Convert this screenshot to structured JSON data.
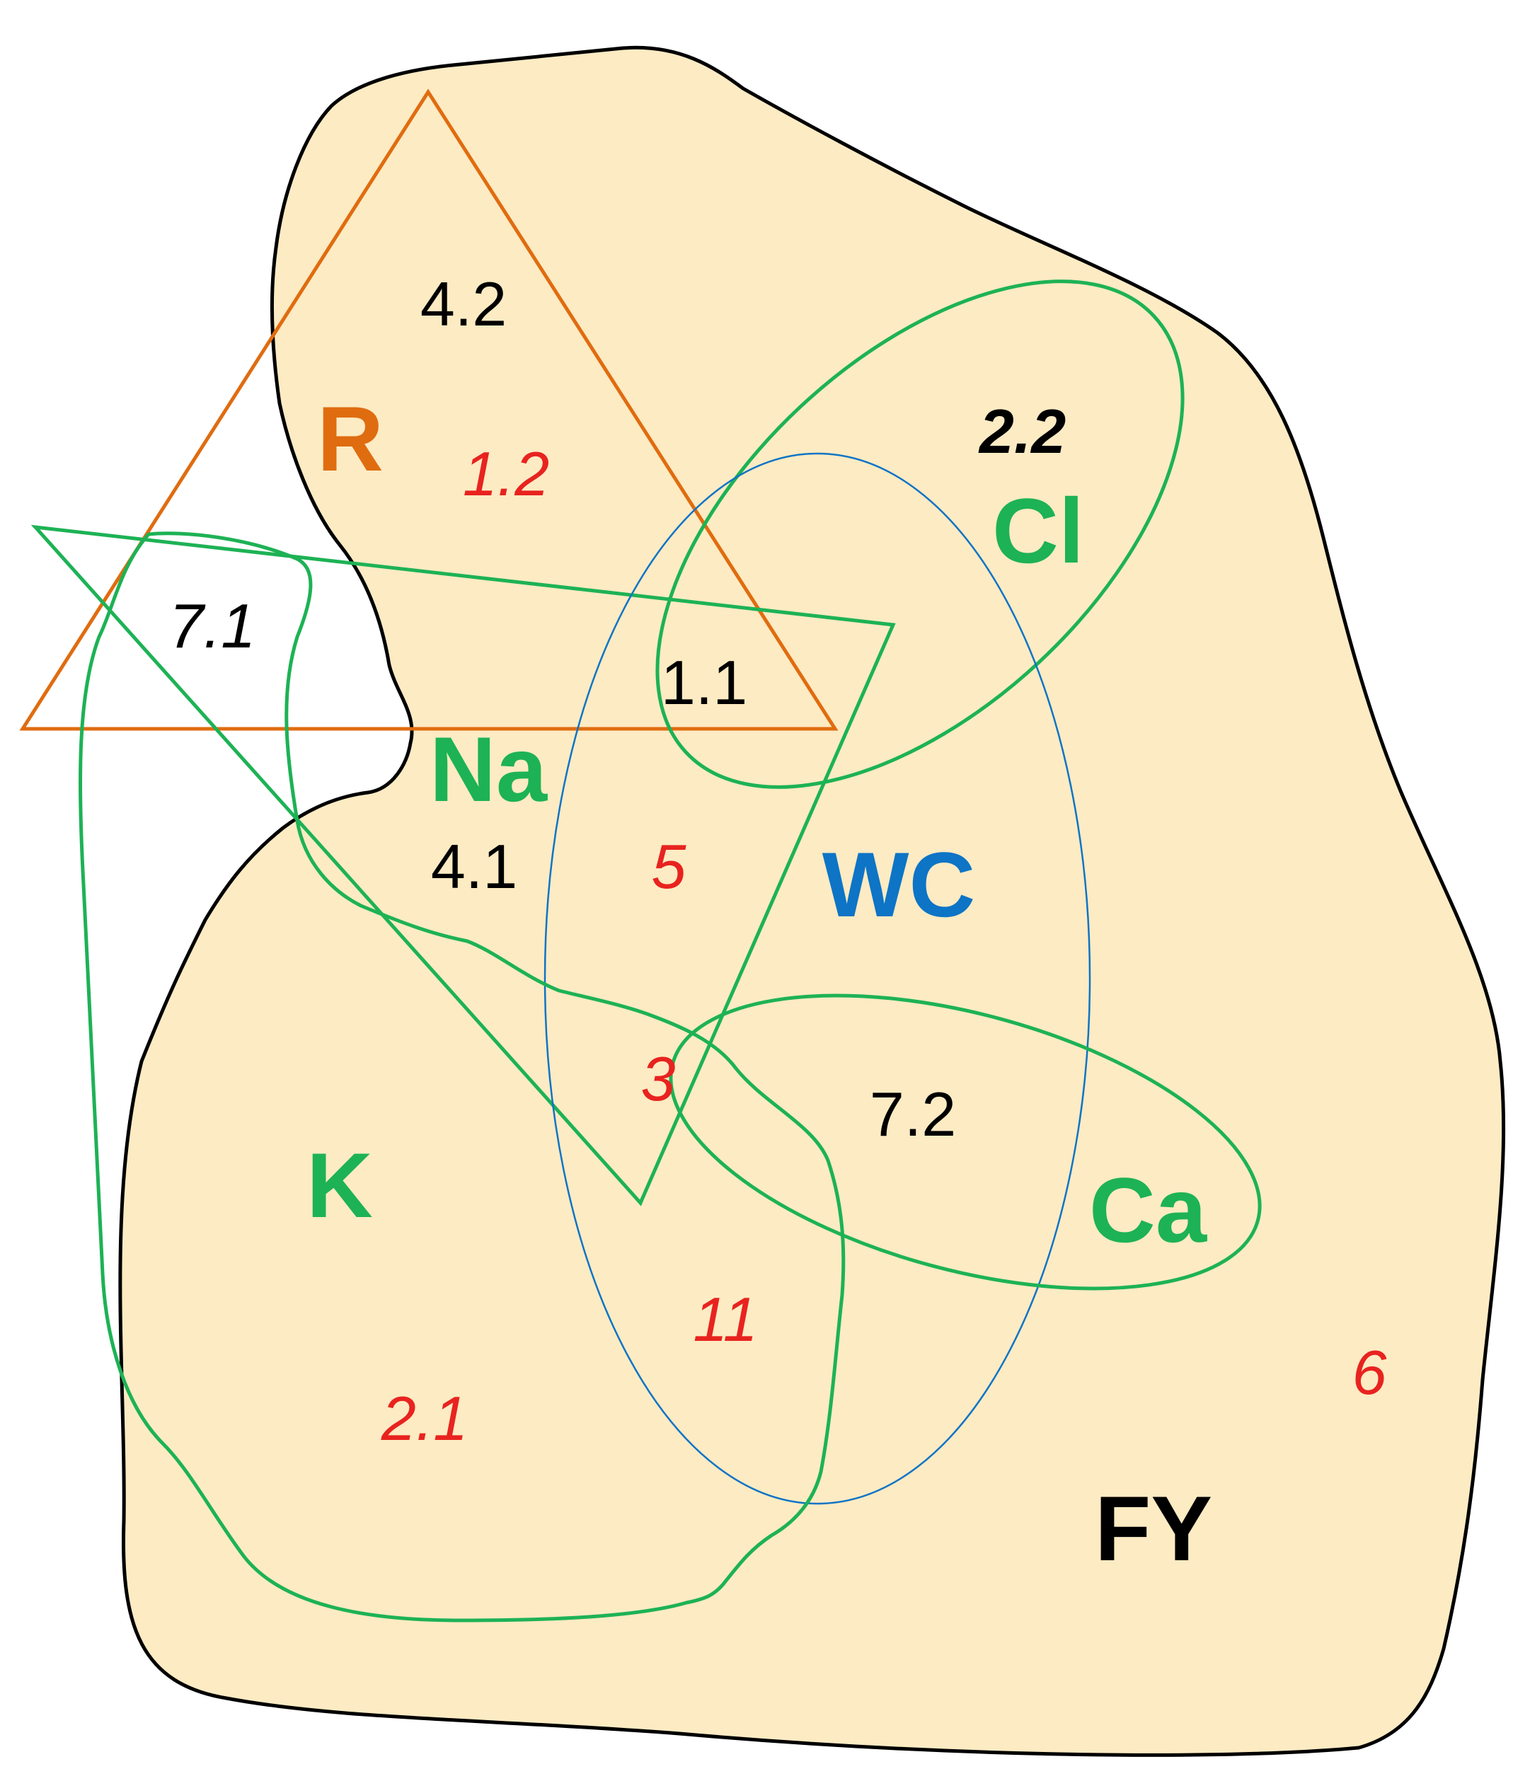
{
  "sets": {
    "fy": {
      "label": "FY",
      "color": "#000000"
    },
    "r": {
      "label": "R",
      "color": "#E06C10"
    },
    "na": {
      "label": "Na",
      "color": "#1DB255"
    },
    "cl": {
      "label": "Cl",
      "color": "#1DB255"
    },
    "wc": {
      "label": "WC",
      "color": "#0D74C6"
    },
    "ca": {
      "label": "Ca",
      "color": "#1DB255"
    },
    "k": {
      "label": "K",
      "color": "#1DB255"
    }
  },
  "regions": {
    "r_4_2": "4.2",
    "r_1_2": "1.2",
    "r_2_2": "2.2",
    "r_7_1": "7.1",
    "r_1_1": "1.1",
    "r_4_1": "4.1",
    "r_5": "5",
    "r_3": "3",
    "r_7_2": "7.2",
    "r_11": "11",
    "r_2_1": "2.1",
    "r_6": "6"
  },
  "colors": {
    "fy_fill": "#FDEBC3",
    "outline": "#000000",
    "region_black": "#000000",
    "region_red": "#E8231F"
  }
}
